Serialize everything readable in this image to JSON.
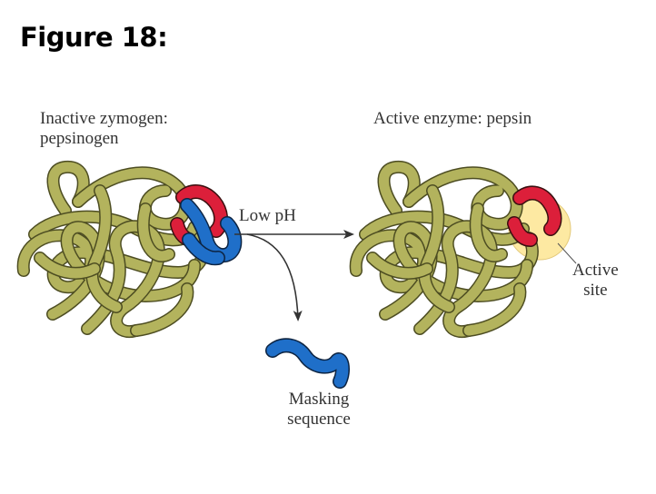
{
  "title": "Figure 18:",
  "labels": {
    "zymogen_line1": "Inactive zymogen:",
    "zymogen_line2": "pepsinogen",
    "enzyme": "Active enzyme: pepsin",
    "condition": "Low pH",
    "active_site_line1": "Active",
    "active_site_line2": "site",
    "masking_line1": "Masking",
    "masking_line2": "sequence"
  },
  "colors": {
    "protein_body": "#b3b35d",
    "protein_outline": "#4d4d22",
    "active_segment": "#dc1f3a",
    "masking_segment": "#1f6fc9",
    "active_site_highlight": "#fde9a2",
    "arrow": "#333333"
  }
}
